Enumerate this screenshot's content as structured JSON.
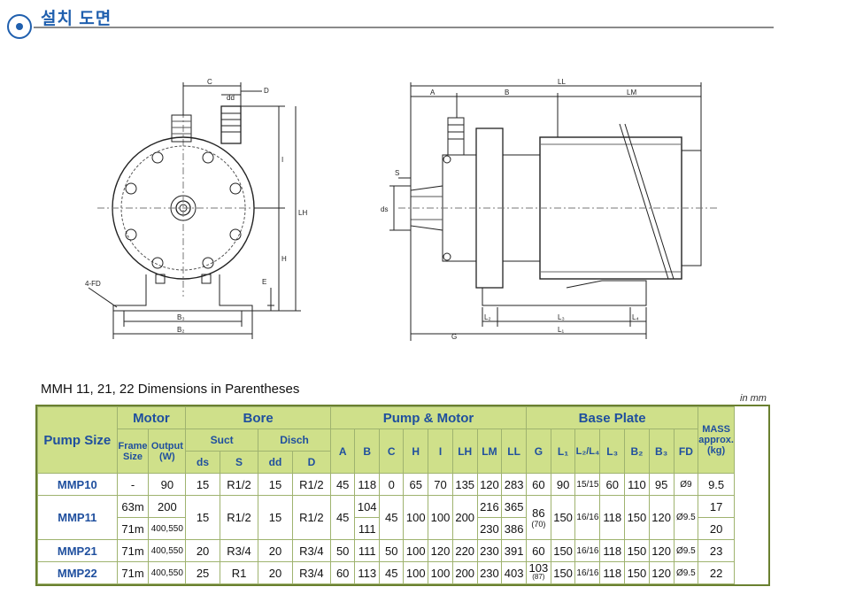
{
  "section": {
    "title": "설치 도면"
  },
  "drawing": {
    "front_labels": {
      "C": "C",
      "dd": "dd",
      "D": "D",
      "I": "I",
      "LH": "LH",
      "H": "H",
      "E": "E",
      "FD": "4-FD",
      "B3": "B₃",
      "B2": "B₂"
    },
    "side_labels": {
      "LL": "LL",
      "A": "A",
      "B": "B",
      "LM": "LM",
      "S": "S",
      "ds": "ds",
      "G": "G",
      "L2": "L₂",
      "L3": "L₃",
      "L4": "L₄",
      "L1": "L₁"
    }
  },
  "caption": "MMH 11, 21, 22 Dimensions in Parentheses",
  "unit": "in mm",
  "table": {
    "h_pump_size": "Pump Size",
    "h_motor": "Motor",
    "h_bore": "Bore",
    "h_pump_motor": "Pump & Motor",
    "h_base_plate": "Base Plate",
    "h_mass": "MASS approx. (kg)",
    "h_frame": "Frame Size",
    "h_output": "Output (W)",
    "h_suct": "Suct",
    "h_disch": "Disch",
    "h_ds": "ds",
    "h_s": "S",
    "h_dd": "dd",
    "h_d": "D",
    "h_a": "A",
    "h_b": "B",
    "h_c": "C",
    "h_h": "H",
    "h_i": "I",
    "h_lh": "LH",
    "h_lm": "LM",
    "h_ll": "LL",
    "h_g": "G",
    "h_l1": "L₁",
    "h_l2l4": "L₂/L₄",
    "h_l3": "L₃",
    "h_b2": "B₂",
    "h_b3": "B₃",
    "h_fd": "FD",
    "r1": {
      "model": "MMP10",
      "frame": "-",
      "output": "90",
      "ds": "15",
      "s": "R1/2",
      "dd": "15",
      "d": "R1/2",
      "a": "45",
      "b": "118",
      "c": "0",
      "h": "65",
      "i": "70",
      "lh": "135",
      "lm": "120",
      "ll": "283",
      "g": "60",
      "l1": "90",
      "l2l4": "15/15",
      "l3": "60",
      "b2": "110",
      "b3": "95",
      "fd": "Ø9",
      "mass": "9.5"
    },
    "r2": {
      "model": "MMP11",
      "frame_a": "63m",
      "output_a": "200",
      "frame_b": "71m",
      "output_b": "400,550",
      "ds": "15",
      "s": "R1/2",
      "dd": "15",
      "d": "R1/2",
      "a": "45",
      "b_a": "104",
      "b_b": "111",
      "c": "45",
      "h": "100",
      "i": "100",
      "lh": "200",
      "lm_a": "216",
      "lm_b": "230",
      "ll_a": "365",
      "ll_b": "386",
      "g": "86",
      "g_paren": "(70)",
      "l1": "150",
      "l2l4": "16/16",
      "l3": "118",
      "b2": "150",
      "b3": "120",
      "fd": "Ø9.5",
      "mass_a": "17",
      "mass_b": "20"
    },
    "r3": {
      "model": "MMP21",
      "frame": "71m",
      "output": "400,550",
      "ds": "20",
      "s": "R3/4",
      "dd": "20",
      "d": "R3/4",
      "a": "50",
      "b": "111",
      "c": "50",
      "h": "100",
      "i": "120",
      "lh": "220",
      "lm": "230",
      "ll": "391",
      "g": "60",
      "l1": "150",
      "l2l4": "16/16",
      "l3": "118",
      "b2": "150",
      "b3": "120",
      "fd": "Ø9.5",
      "mass": "23"
    },
    "r4": {
      "model": "MMP22",
      "frame": "71m",
      "output": "400,550",
      "ds": "25",
      "s": "R1",
      "dd": "20",
      "d": "R3/4",
      "a": "60",
      "b": "113",
      "c": "45",
      "h": "100",
      "i": "100",
      "lh": "200",
      "lm": "230",
      "ll": "403",
      "g": "103",
      "g_paren": "(87)",
      "l1": "150",
      "l2l4": "16/16",
      "l3": "118",
      "b2": "150",
      "b3": "120",
      "fd": "Ø9.5",
      "mass": "22"
    }
  }
}
